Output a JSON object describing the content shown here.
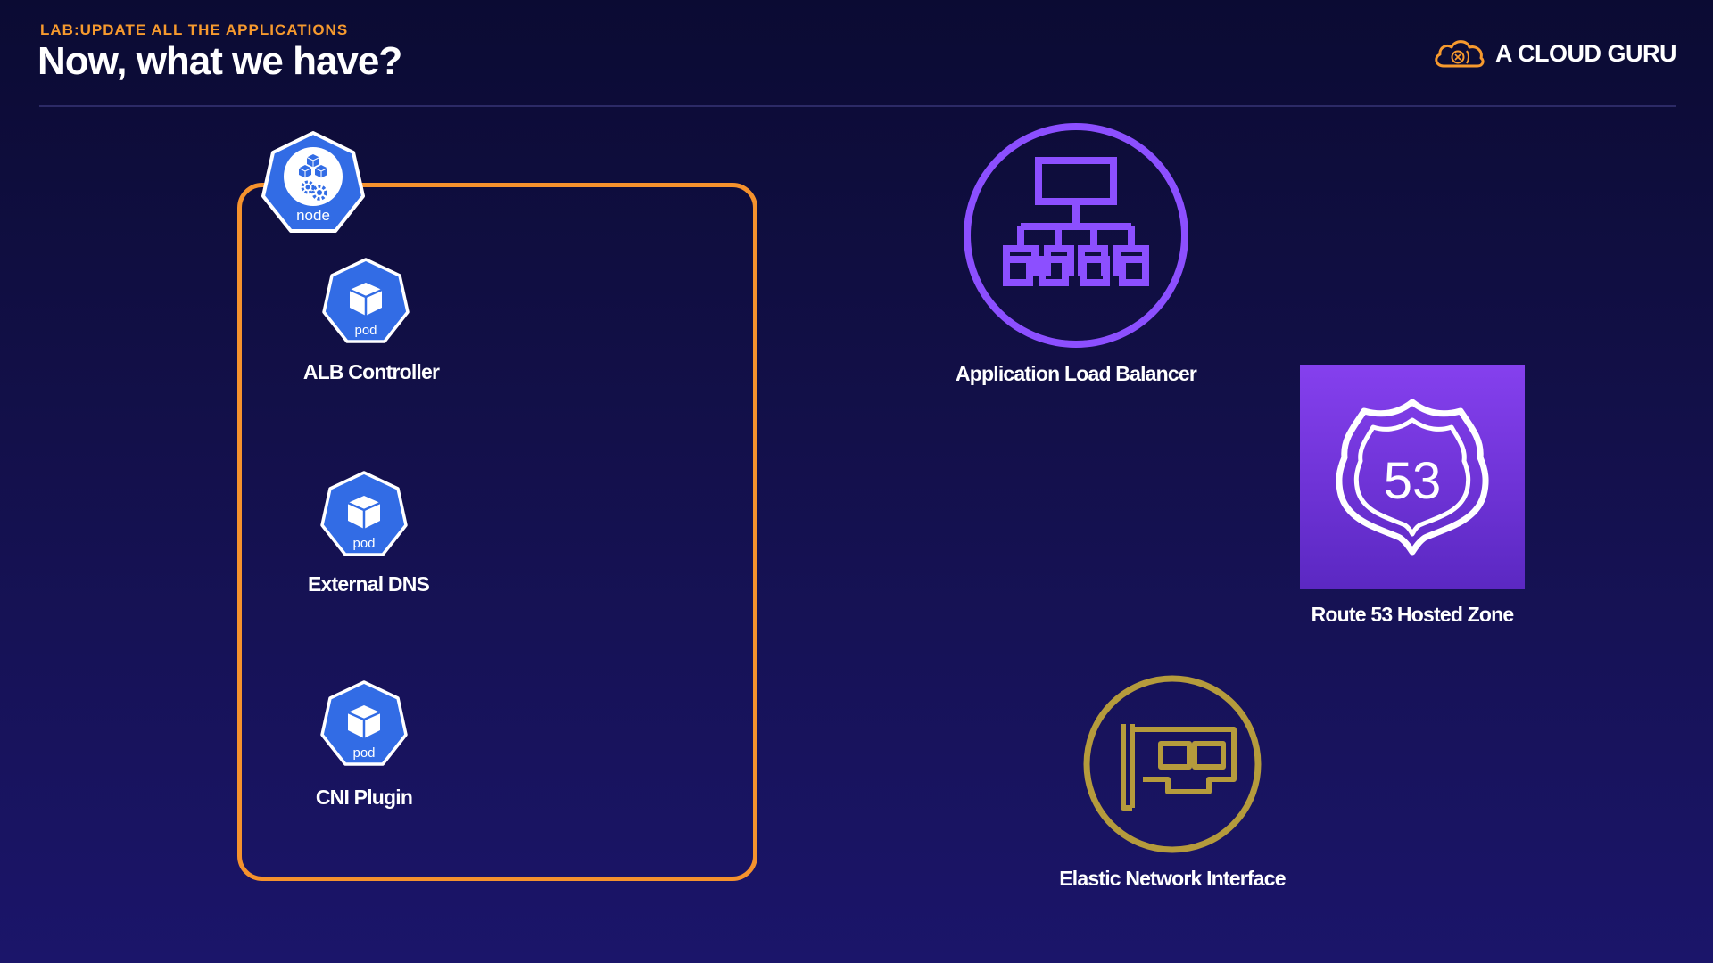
{
  "header": {
    "eyebrow": "LAB:UPDATE ALL THE APPLICATIONS",
    "title": "Now, what we have?"
  },
  "brand": {
    "name": "A CLOUD GURU",
    "icon": "cloud-logo-icon",
    "color": "#f79a2e"
  },
  "node": {
    "badge_text": "node",
    "icon": "kubernetes-node-icon",
    "frame_color": "#f5922d"
  },
  "pods": [
    {
      "badge_text": "pod",
      "label": "ALB Controller",
      "icon": "kubernetes-pod-icon"
    },
    {
      "badge_text": "pod",
      "label": "External DNS",
      "icon": "kubernetes-pod-icon"
    },
    {
      "badge_text": "pod",
      "label": "CNI Plugin",
      "icon": "kubernetes-pod-icon"
    }
  ],
  "services": {
    "alb": {
      "label": "Application Load Balancer",
      "icon": "load-balancer-icon",
      "color": "#8c4fff"
    },
    "route53": {
      "label": "Route 53 Hosted Zone",
      "badge_text": "53",
      "icon": "route53-shield-icon",
      "color": "#7a3ee0"
    },
    "eni": {
      "label": "Elastic Network Interface",
      "icon": "network-interface-card-icon",
      "color": "#b59b3c"
    }
  },
  "colors": {
    "kubernetes_blue": "#326ce5",
    "background_top": "#0b0b33",
    "background_bottom": "#1b156a"
  }
}
